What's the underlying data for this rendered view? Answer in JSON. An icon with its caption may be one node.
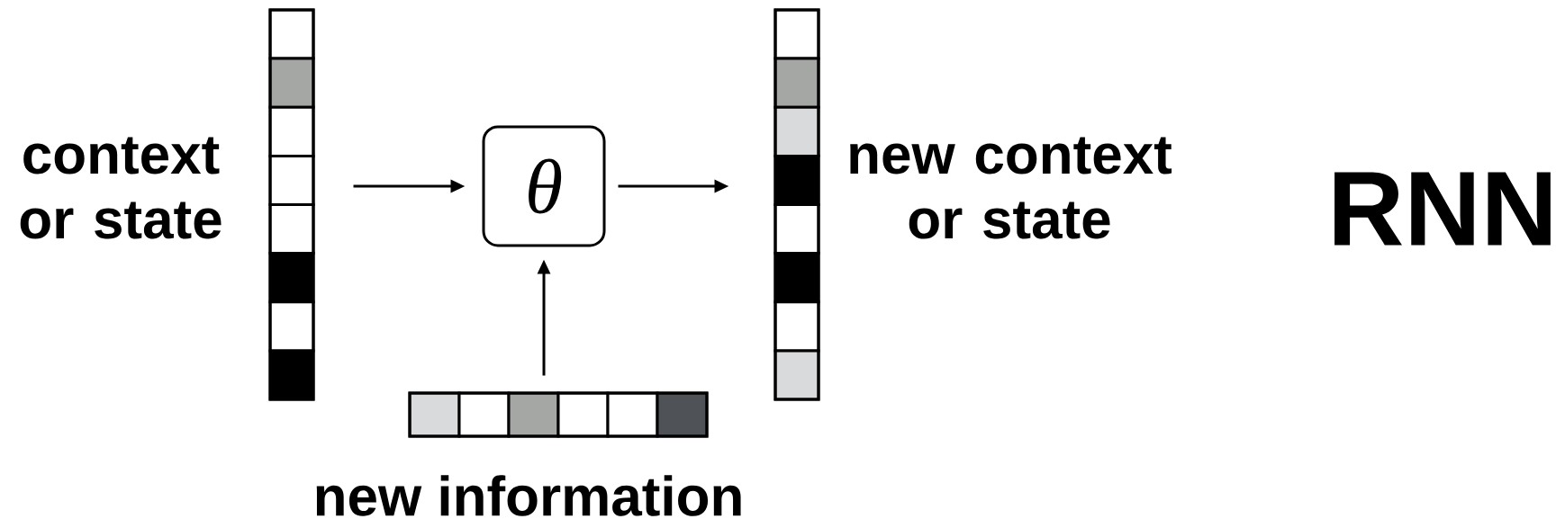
{
  "diagram": {
    "nodes": [
      {
        "text": [],
        "shape": "bar",
        "beside": [
          "context or state"
        ]
      },
      {
        "text": [
          "θ"
        ]
      },
      {
        "text": [],
        "shape": "bar",
        "beside": [
          "new context or state"
        ]
      },
      {
        "text": [],
        "shape": "bar",
        "beside": [
          "new information"
        ]
      }
    ],
    "edges": [
      {
        "from": 0,
        "to": 1,
        "arrow": "to"
      },
      {
        "from": 1,
        "to": 2,
        "arrow": "to"
      },
      {
        "from": 3,
        "to": 1,
        "arrow": "to"
      }
    ],
    "labels": [
      "RNN"
    ]
  }
}
